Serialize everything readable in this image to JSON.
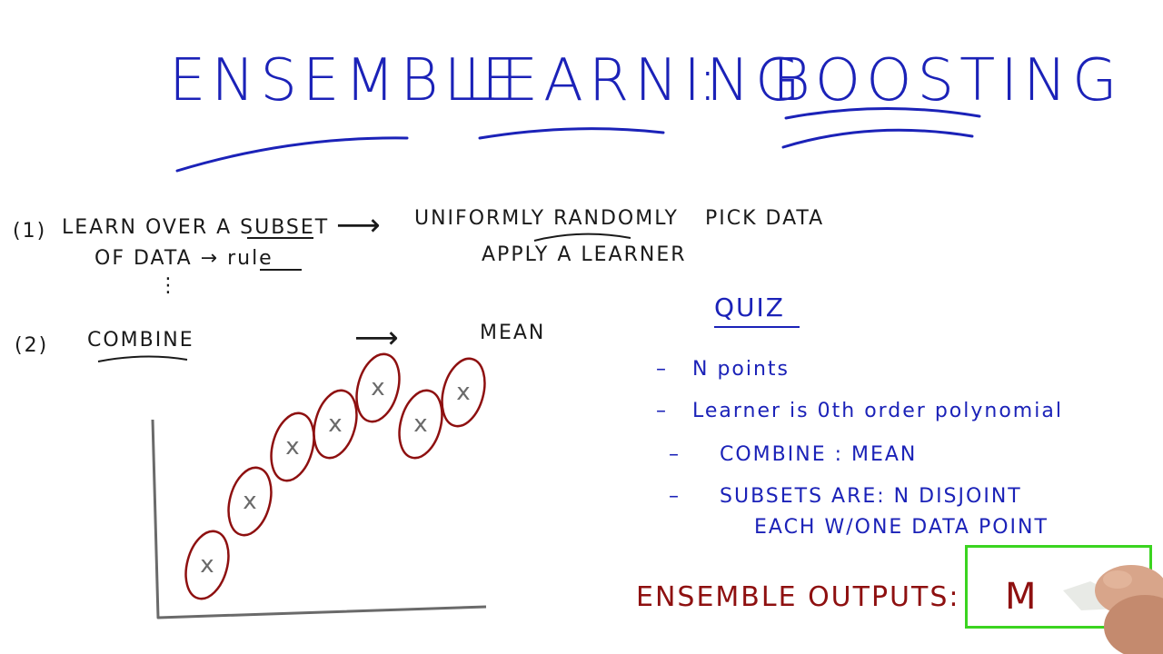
{
  "title": {
    "word1": "ENSEMBLE",
    "word2": "LEARNING",
    "colon": ":",
    "word3": "BOOSTING"
  },
  "step1": {
    "number": "(1)",
    "line1_prefix": "LEARN OVER A",
    "line1_underlined": "SUBSET",
    "line2_prefix": "OF DATA →",
    "line2_underlined": "rule",
    "dots": "⋮",
    "arrow": "⟶",
    "right_line1_prefix": "UNIFORMLY",
    "right_line1_underlined": "RANDOMLY",
    "right_line1_suffix": "PICK DATA",
    "right_line2": "APPLY A LEARNER"
  },
  "step2": {
    "number": "(2)",
    "label": "COMBINE",
    "arrow": "⟶",
    "result": "MEAN"
  },
  "quiz": {
    "heading": "QUIZ",
    "items": [
      "N points",
      "Learner is 0th order polynomial",
      "COMBINE : MEAN",
      "SUBSETS ARE: N DISJOINT"
    ],
    "item4_line2": "EACH W/ONE DATA POINT",
    "dash": "–"
  },
  "ensemble_outputs": {
    "label": "ENSEMBLE OUTPUTS:",
    "answer": "M"
  },
  "plot": {
    "point_marker": "x",
    "points": [
      {
        "x": 1,
        "y": 1
      },
      {
        "x": 2,
        "y": 2.4
      },
      {
        "x": 3,
        "y": 3.6
      },
      {
        "x": 4,
        "y": 4.1
      },
      {
        "x": 5,
        "y": 4.9
      },
      {
        "x": 6,
        "y": 4.1
      },
      {
        "x": 7,
        "y": 4.8
      }
    ]
  },
  "colors": {
    "blue_ink": "#1b22b8",
    "black_ink": "#1a1a1a",
    "red_ink": "#8e1010",
    "green_ink": "#3bd420",
    "axis_gray": "#6a6a6a"
  }
}
